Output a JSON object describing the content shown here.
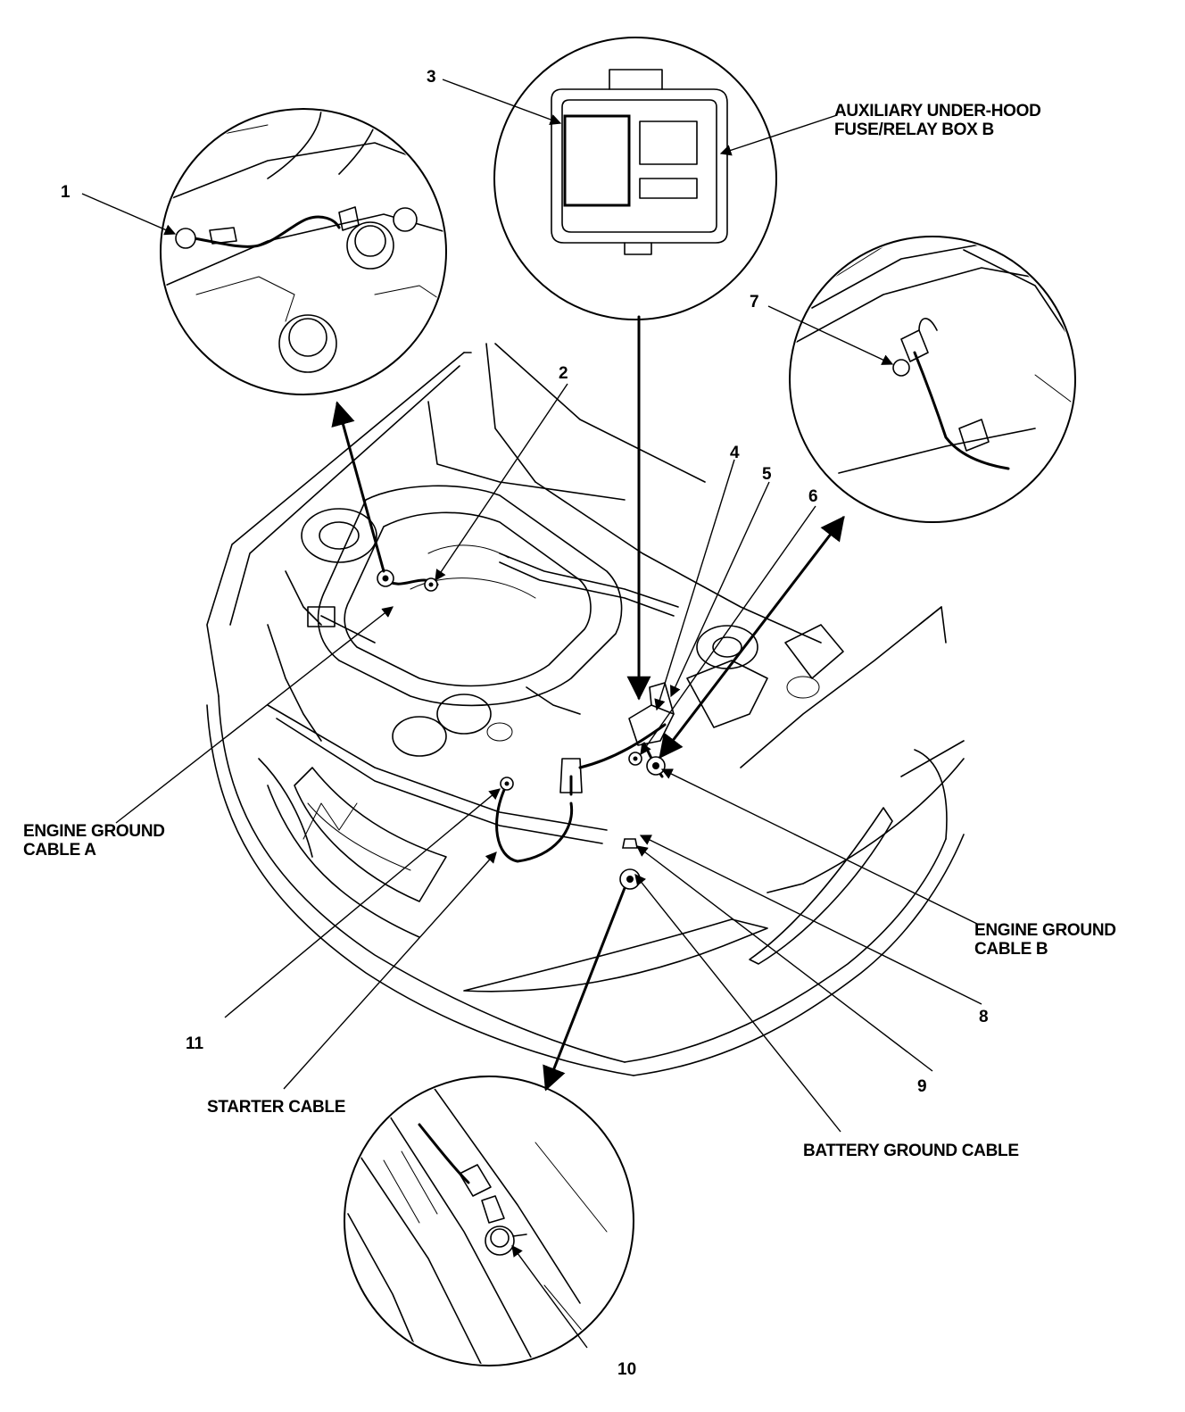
{
  "callouts": {
    "n1": "1",
    "n2": "2",
    "n3": "3",
    "n4": "4",
    "n5": "5",
    "n6": "6",
    "n7": "7",
    "n8": "8",
    "n9": "9",
    "n10": "10",
    "n11": "11"
  },
  "labels": {
    "aux_box_line1": "AUXILIARY UNDER-HOOD",
    "aux_box_line2": "FUSE/RELAY BOX B",
    "engine_ground_a_line1": "ENGINE GROUND",
    "engine_ground_a_line2": "CABLE A",
    "engine_ground_b_line1": "ENGINE GROUND",
    "engine_ground_b_line2": "CABLE B",
    "starter_cable": "STARTER CABLE",
    "battery_ground_cable": "BATTERY GROUND CABLE"
  }
}
